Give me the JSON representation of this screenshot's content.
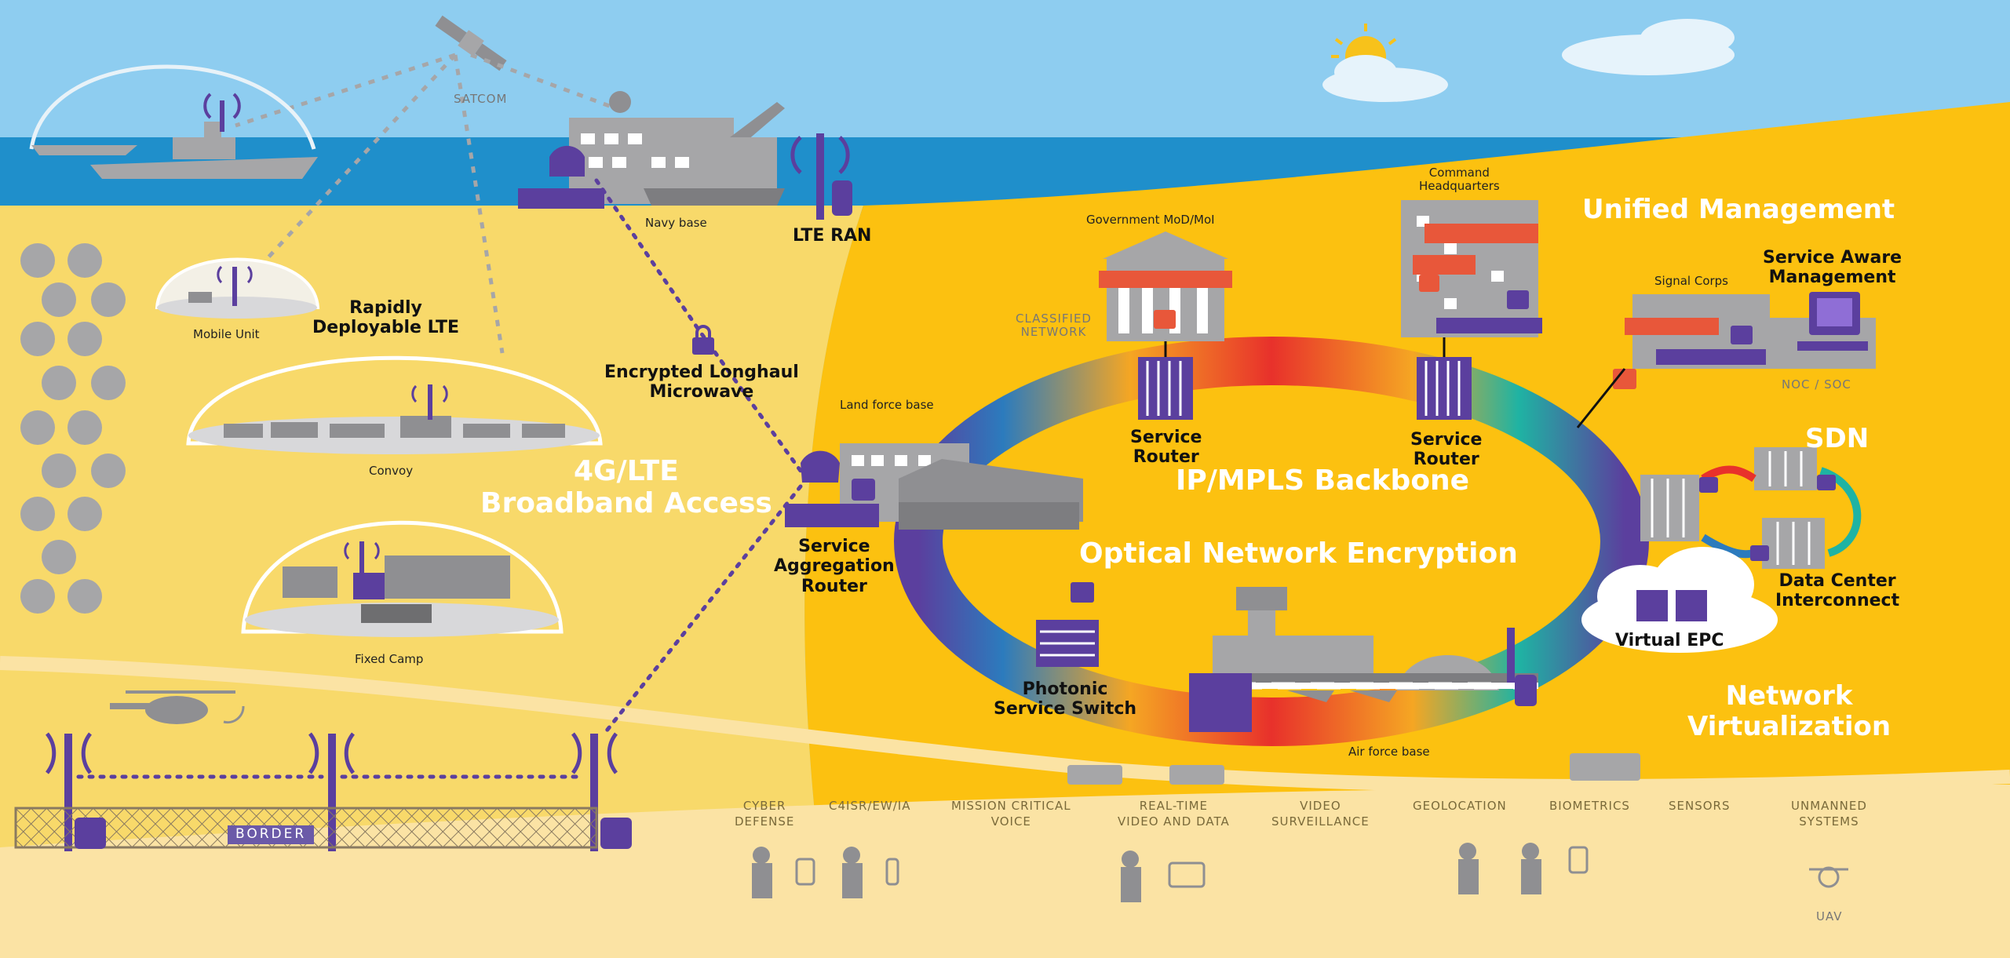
{
  "colors": {
    "sky": "#8ecdf0",
    "sea": "#1f8fcb",
    "sand_light": "#f8d96a",
    "sand_main": "#fcc110",
    "beach": "#fbe3a4",
    "purple": "#5b3f9e",
    "gray": "#a6a6a8",
    "red": "#e8573a"
  },
  "labels": {
    "satcom": "SATCOM",
    "navy_base": "Navy base",
    "lte_ran": "LTE RAN",
    "mobile_unit": "Mobile Unit",
    "rapidly_deployable": "Rapidly\nDeployable LTE",
    "convoy": "Convoy",
    "fixed_camp": "Fixed Camp",
    "broadband_access": "4G/LTE\nBroadband Access",
    "encrypted_microwave": "Encrypted Longhaul\nMicrowave",
    "land_force_base": "Land force base",
    "service_aggregation_router": "Service\nAggregation\nRouter",
    "government": "Government MoD/MoI",
    "classified_network": "CLASSIFIED\nNETWORK",
    "command_hq": "Command\nHeadquarters",
    "unified_management": "Unified Management",
    "signal_corps": "Signal Corps",
    "service_aware_management": "Service Aware\nManagement",
    "noc_soc": "NOC / SOC",
    "service_router_left": "Service\nRouter",
    "service_router_right": "Service\nRouter",
    "backbone": "IP/MPLS Backbone",
    "optical_encryption": "Optical Network Encryption",
    "sdn": "SDN",
    "data_center": "Data Center\nInterconnect",
    "virtual_epc": "Virtual EPC",
    "photonic_switch": "Photonic\nService Switch",
    "air_force_base": "Air force base",
    "network_virtualization": "Network\nVirtualization",
    "border": "BORDER",
    "uav": "UAV"
  },
  "applications": [
    "CYBER\nDEFENSE",
    "C4ISR/EW/IA",
    "MISSION CRITICAL\nVOICE",
    "REAL-TIME\nVIDEO AND DATA",
    "VIDEO\nSURVEILLANCE",
    "GEOLOCATION",
    "BIOMETRICS",
    "SENSORS",
    "UNMANNED\nSYSTEMS"
  ]
}
